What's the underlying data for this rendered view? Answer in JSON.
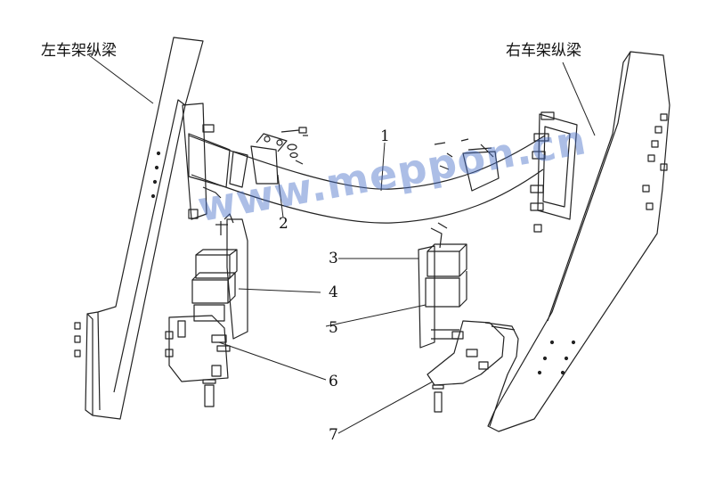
{
  "frame_labels": {
    "left_rail": "左车架纵梁",
    "right_rail": "右车架纵梁"
  },
  "callouts": [
    "1",
    "2",
    "3",
    "4",
    "5",
    "6",
    "7"
  ],
  "watermark": "www.meppon.cn",
  "colors": {
    "line": "#222222",
    "watermark": "#466ec8"
  }
}
